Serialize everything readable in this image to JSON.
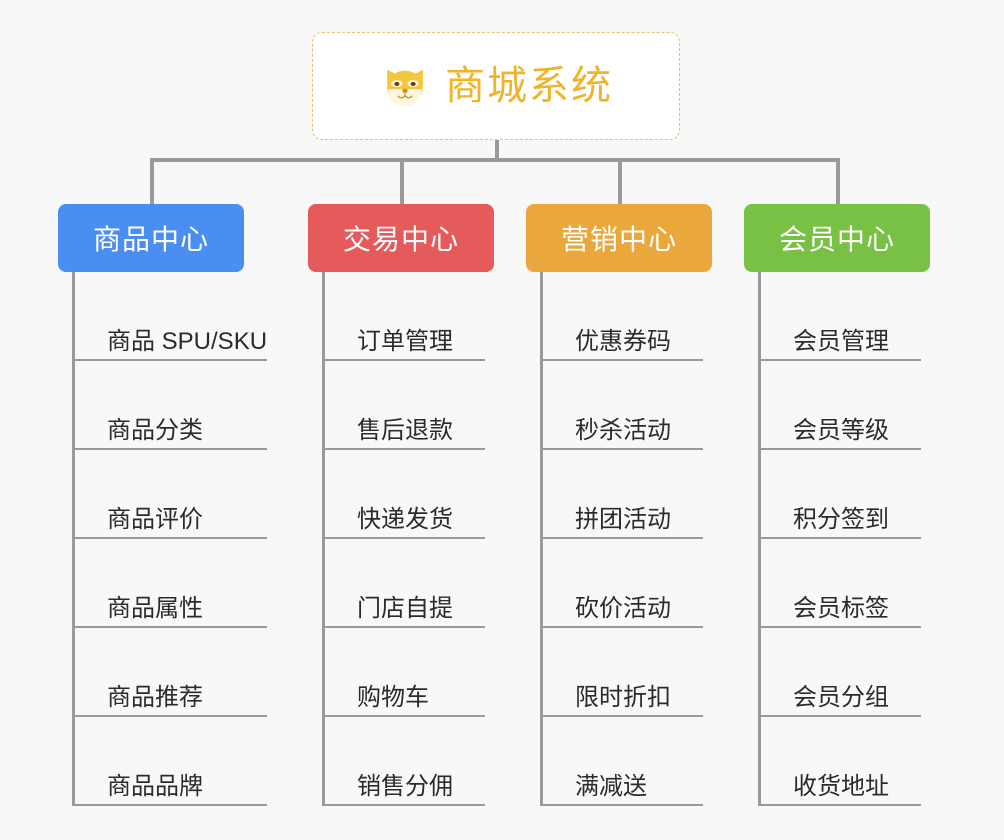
{
  "root": {
    "icon": "shiba-dog-face-icon",
    "title": "商城系统",
    "border_color": "#eabe6a",
    "text_color": "#f0b429"
  },
  "connector": {
    "color": "#9a9a9a"
  },
  "canvas": {
    "background": "#f8f8f9"
  },
  "categories": [
    {
      "label": "商品中心",
      "color": "#4a8ef2",
      "items": [
        {
          "label": "商品 SPU/SKU"
        },
        {
          "label": "商品分类"
        },
        {
          "label": "商品评价"
        },
        {
          "label": "商品属性"
        },
        {
          "label": "商品推荐"
        },
        {
          "label": "商品品牌"
        }
      ]
    },
    {
      "label": "交易中心",
      "color": "#e55a5a",
      "items": [
        {
          "label": "订单管理"
        },
        {
          "label": "售后退款"
        },
        {
          "label": "快递发货"
        },
        {
          "label": "门店自提"
        },
        {
          "label": "购物车"
        },
        {
          "label": "销售分佣"
        }
      ]
    },
    {
      "label": "营销中心",
      "color": "#eaa83c",
      "items": [
        {
          "label": "优惠券码"
        },
        {
          "label": "秒杀活动"
        },
        {
          "label": "拼团活动"
        },
        {
          "label": "砍价活动"
        },
        {
          "label": "限时折扣"
        },
        {
          "label": "满减送"
        }
      ]
    },
    {
      "label": "会员中心",
      "color": "#79c144",
      "items": [
        {
          "label": "会员管理"
        },
        {
          "label": "会员等级"
        },
        {
          "label": "积分签到"
        },
        {
          "label": "会员标签"
        },
        {
          "label": "会员分组"
        },
        {
          "label": "收货地址"
        }
      ]
    }
  ]
}
